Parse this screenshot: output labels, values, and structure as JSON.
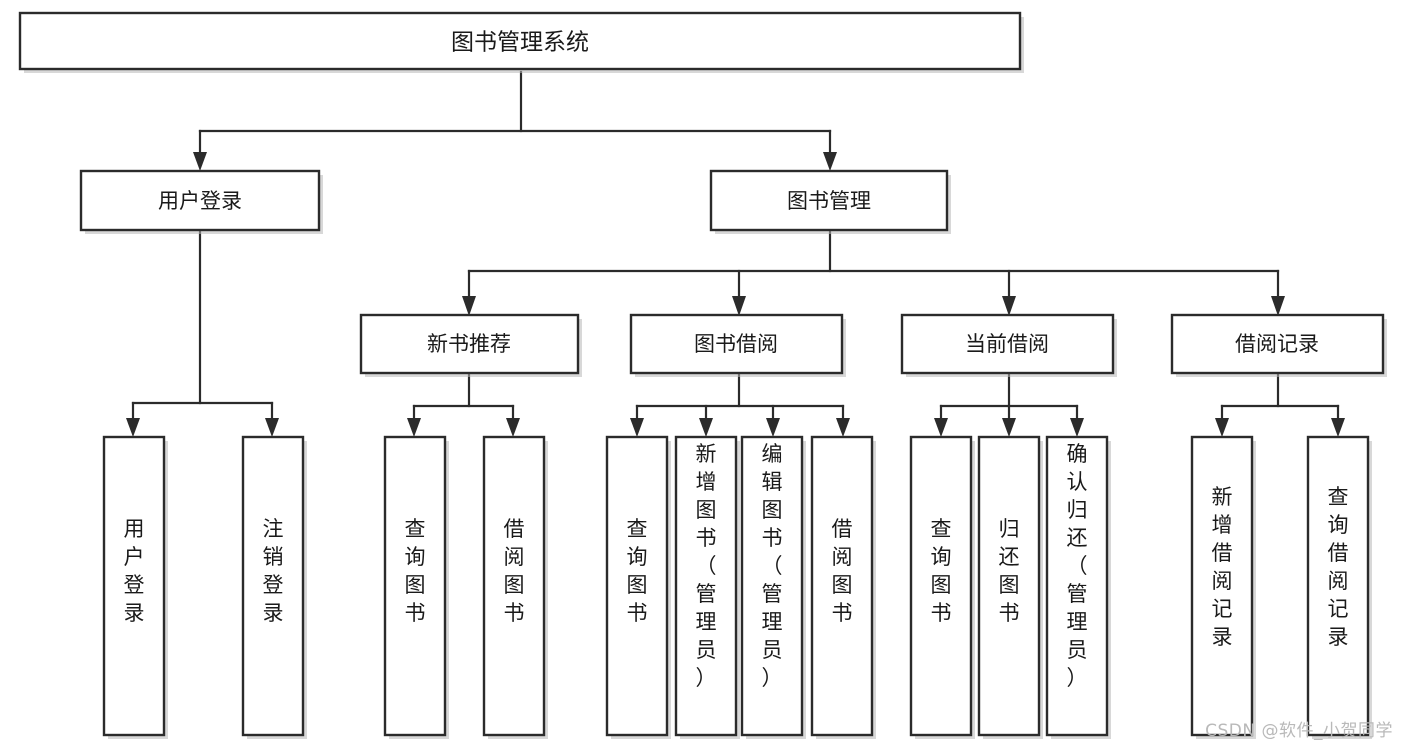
{
  "diagram": {
    "type": "tree",
    "title_node": {
      "id": "root",
      "label": "图书管理系统"
    },
    "level2": [
      {
        "id": "user-login",
        "label": "用户登录"
      },
      {
        "id": "book-manage",
        "label": "图书管理"
      }
    ],
    "level3": [
      {
        "id": "new-book-recommend",
        "label": "新书推荐"
      },
      {
        "id": "book-borrow",
        "label": "图书借阅"
      },
      {
        "id": "current-borrow",
        "label": "当前借阅"
      },
      {
        "id": "borrow-record",
        "label": "借阅记录"
      }
    ],
    "leaves": [
      {
        "id": "leaf-user-login",
        "label": "用户登录",
        "parent": "user-login"
      },
      {
        "id": "leaf-logout",
        "label": "注销登录",
        "parent": "user-login"
      },
      {
        "id": "leaf-query-book-1",
        "label": "查询图书",
        "parent": "new-book-recommend"
      },
      {
        "id": "leaf-borrow-book-1",
        "label": "借阅图书",
        "parent": "new-book-recommend"
      },
      {
        "id": "leaf-query-book-2",
        "label": "查询图书",
        "parent": "book-borrow"
      },
      {
        "id": "leaf-add-book",
        "label": "新增图书（管理员）",
        "parent": "book-borrow"
      },
      {
        "id": "leaf-edit-book",
        "label": "编辑图书（管理员）",
        "parent": "book-borrow"
      },
      {
        "id": "leaf-borrow-book-2",
        "label": "借阅图书",
        "parent": "book-borrow"
      },
      {
        "id": "leaf-query-book-3",
        "label": "查询图书",
        "parent": "current-borrow"
      },
      {
        "id": "leaf-return-book",
        "label": "归还图书",
        "parent": "current-borrow"
      },
      {
        "id": "leaf-confirm-return",
        "label": "确认归还（管理员）",
        "parent": "current-borrow"
      },
      {
        "id": "leaf-add-record",
        "label": "新增借阅记录",
        "parent": "borrow-record"
      },
      {
        "id": "leaf-query-record",
        "label": "查询借阅记录",
        "parent": "borrow-record"
      }
    ],
    "colors": {
      "stroke": "#2b2b2b",
      "fill": "#ffffff",
      "text": "#1a1a1a",
      "background": "#ffffff",
      "watermark": "#b9b9b9"
    }
  },
  "watermark": {
    "text": "CSDN @软件_小贺同学"
  }
}
